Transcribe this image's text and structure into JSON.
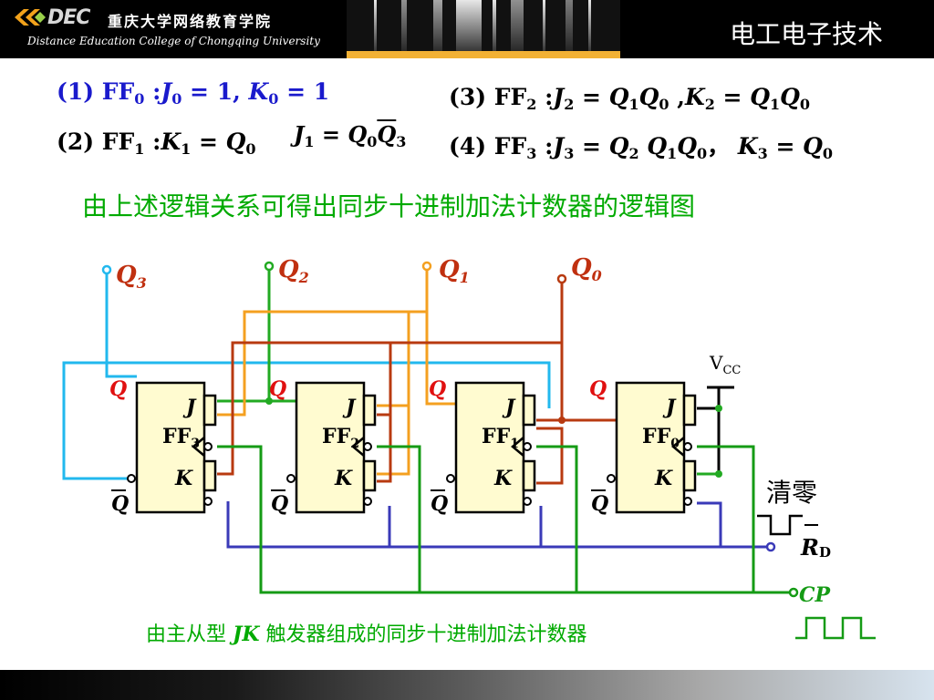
{
  "header": {
    "logo_mark": "DEC",
    "logo_cn": "重庆大学网络教育学院",
    "logo_en": "Distance Education College of Chongqing University",
    "title": "电工电子技术"
  },
  "equations": {
    "eq1": {
      "num": "(1)",
      "ff": "FF",
      "ff_sub": "0",
      "rest_a": " :",
      "j": "J",
      "j_sub": "0",
      "rest_b": " = 1, ",
      "k": "K",
      "k_sub": "0",
      "rest_c": " = 1"
    },
    "eq2": {
      "num": "(2)",
      "ff": "FF",
      "ff_sub": "1",
      "rest_a": " :",
      "k": "K",
      "k_sub": "1",
      "rest_b": " = ",
      "q": "Q",
      "q_sub": "0"
    },
    "eq2j": {
      "j": "J",
      "j_sub": "1",
      "eq": " = ",
      "q0": "Q",
      "q0_sub": "0",
      "q3": "Q",
      "q3_sub": "3"
    },
    "eq3": {
      "num": "(3)",
      "ff": "FF",
      "ff_sub": "2",
      "rest_a": " :",
      "j": "J",
      "j_sub": "2",
      "eq1": " = ",
      "q1": "Q",
      "q1_sub": "1",
      "q0": "Q",
      "q0_sub": "0",
      "sep": " ,",
      "k": "K",
      "k_sub": "2",
      "eq2": " = ",
      "q1b": "Q",
      "q1b_sub": "1",
      "q0b": "Q",
      "q0b_sub": "0"
    },
    "eq4": {
      "num": "(4)",
      "ff": "FF",
      "ff_sub": "3",
      "rest_a": " :",
      "j": "J",
      "j_sub": "3",
      "eq1": " = ",
      "q2": "Q",
      "q2_sub": "2",
      "q1": " Q",
      "q1_sub": "1",
      "q0": "Q",
      "q0_sub": "0",
      "sep": "， ",
      "k": "K",
      "k_sub": "3",
      "eq2": " = ",
      "q0b": "Q",
      "q0b_sub": "0"
    }
  },
  "summary_text": "由上述逻辑关系可得出同步十进制加法计数器的逻辑图",
  "circuit": {
    "outputs": {
      "q3": {
        "main": "Q",
        "sub": "3"
      },
      "q2": {
        "main": "Q",
        "sub": "2"
      },
      "q1": {
        "main": "Q",
        "sub": "1"
      },
      "q0": {
        "main": "Q",
        "sub": "0"
      }
    },
    "flipflops": [
      {
        "name": "FF",
        "sub": "3",
        "j": "J",
        "k": "K",
        "q": "Q",
        "qbar": "Q"
      },
      {
        "name": "FF",
        "sub": "2",
        "j": "J",
        "k": "K",
        "q": "Q",
        "qbar": "Q"
      },
      {
        "name": "FF",
        "sub": "1",
        "j": "J",
        "k": "K",
        "q": "Q",
        "qbar": "Q"
      },
      {
        "name": "FF",
        "sub": "0",
        "j": "J",
        "k": "K",
        "q": "Q",
        "qbar": "Q"
      }
    ],
    "vcc": {
      "main": "V",
      "sub": "CC"
    },
    "clear_label": "清零",
    "rd": {
      "main": "R",
      "sub": "D"
    },
    "cp": "CP",
    "colors": {
      "q3": "#22b8ee",
      "q2": "#22aa22",
      "q1": "#f4a020",
      "q0": "#b83a10",
      "rd": "#3a3ab8",
      "cp": "#159b15",
      "ff_fill": "#fffbd0"
    }
  },
  "caption": {
    "before": "由主从型 ",
    "jk": "JK",
    "after": "  触发器组成的同步十进制加法计数器"
  }
}
